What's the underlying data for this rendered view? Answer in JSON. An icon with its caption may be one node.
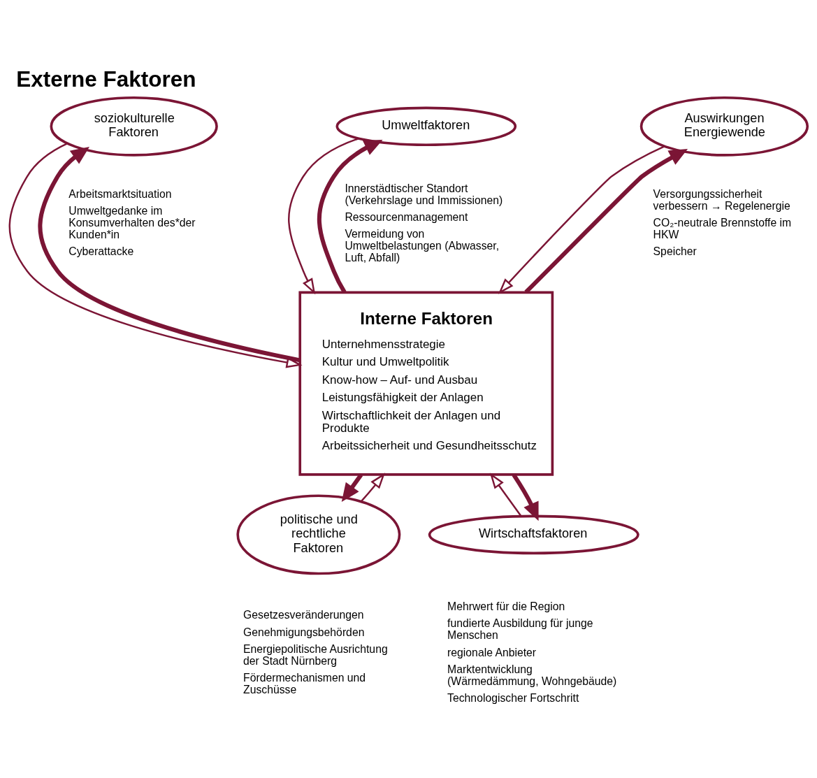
{
  "diagram": {
    "title": "Externe Faktoren",
    "nodes": [
      {
        "text": [
          "Interne Faktoren",
          "Unternehmensstrategie",
          "Kultur und Umweltpolitik",
          "Know-how – Auf- und Ausbau",
          "Leistungsfähigkeit der Anlagen",
          "Wirtschaftlichkeit der Anlagen und Produkte",
          "Arbeitssicherheit und Gesundheitsschutz"
        ]
      },
      {
        "text": [
          "soziokulturelle Faktoren"
        ],
        "beside": [
          "Arbeitsmarktsituation",
          "Umweltgedanke im Konsumverhalten des*der Kunden*in",
          "Cyberattacke"
        ]
      },
      {
        "text": [
          "Umweltfaktoren"
        ],
        "beside": [
          "Innerstädtischer Standort (Verkehrslage und Immissionen)",
          "Ressourcenmanagement",
          "Vermeidung von Umweltbelastungen (Abwasser, Luft, Abfall)"
        ]
      },
      {
        "text": [
          "Auswirkungen Energiewende"
        ],
        "beside": [
          "Versorgungssicherheit verbessern → Regelenergie",
          "CO₂-neutrale Brennstoffe im HKW",
          "Speicher"
        ]
      },
      {
        "text": [
          "politische und rechtliche Faktoren"
        ],
        "beside": [
          "Gesetzesveränderungen",
          "Genehmigungsbehörden",
          "Energiepolitische Ausrichtung der Stadt Nürnberg",
          "Fördermechanismen und Zuschüsse"
        ]
      },
      {
        "text": [
          "Wirtschaftsfaktoren"
        ],
        "beside": [
          "Mehrwert für die Region",
          "fundierte Ausbildung für junge Menschen",
          "regionale Anbieter",
          "Marktentwicklung (Wärmedämmung, Wohngebäude)",
          "Technologischer Fortschritt"
        ]
      }
    ],
    "edges": [
      {
        "from": 2,
        "to": 0,
        "arrow": "to"
      },
      {
        "from": 0,
        "to": 2,
        "arrow": "to",
        "style": "thick"
      },
      {
        "from": 1,
        "to": 0,
        "arrow": "to"
      },
      {
        "from": 0,
        "to": 1,
        "arrow": "to",
        "style": "thick"
      },
      {
        "from": 0,
        "to": 3,
        "arrow": "to",
        "style": "thick"
      },
      {
        "from": 3,
        "to": 0,
        "arrow": "to"
      },
      {
        "from": 0,
        "to": 4,
        "arrow": "to",
        "style": "thick"
      },
      {
        "from": 4,
        "to": 0,
        "arrow": "to"
      },
      {
        "from": 5,
        "to": 0,
        "arrow": "to"
      },
      {
        "from": 0,
        "to": 5,
        "arrow": "to",
        "style": "thick"
      }
    ]
  }
}
